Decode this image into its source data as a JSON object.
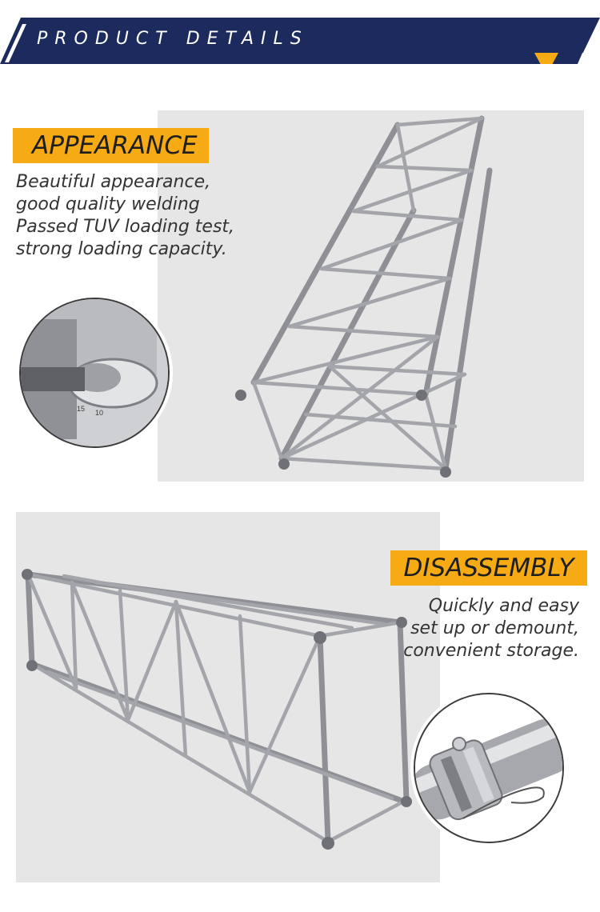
{
  "header": {
    "title": "PRODUCT DETAILS",
    "bar_color": "#1c2a5e",
    "accent_color": "#f6ab15",
    "chevron_icon": "chevron-down-icon"
  },
  "sections": [
    {
      "tag": "APPEARANCE",
      "lines": [
        "Beautiful appearance,",
        "good quality welding",
        "Passed TUV loading test,",
        "strong loading capacity."
      ],
      "detail": {
        "dial_labels": [
          "15",
          "10"
        ]
      }
    },
    {
      "tag": "DISASSEMBLY",
      "lines": [
        "Quickly and easy",
        "set up or demount,",
        "convenient storage."
      ]
    }
  ]
}
